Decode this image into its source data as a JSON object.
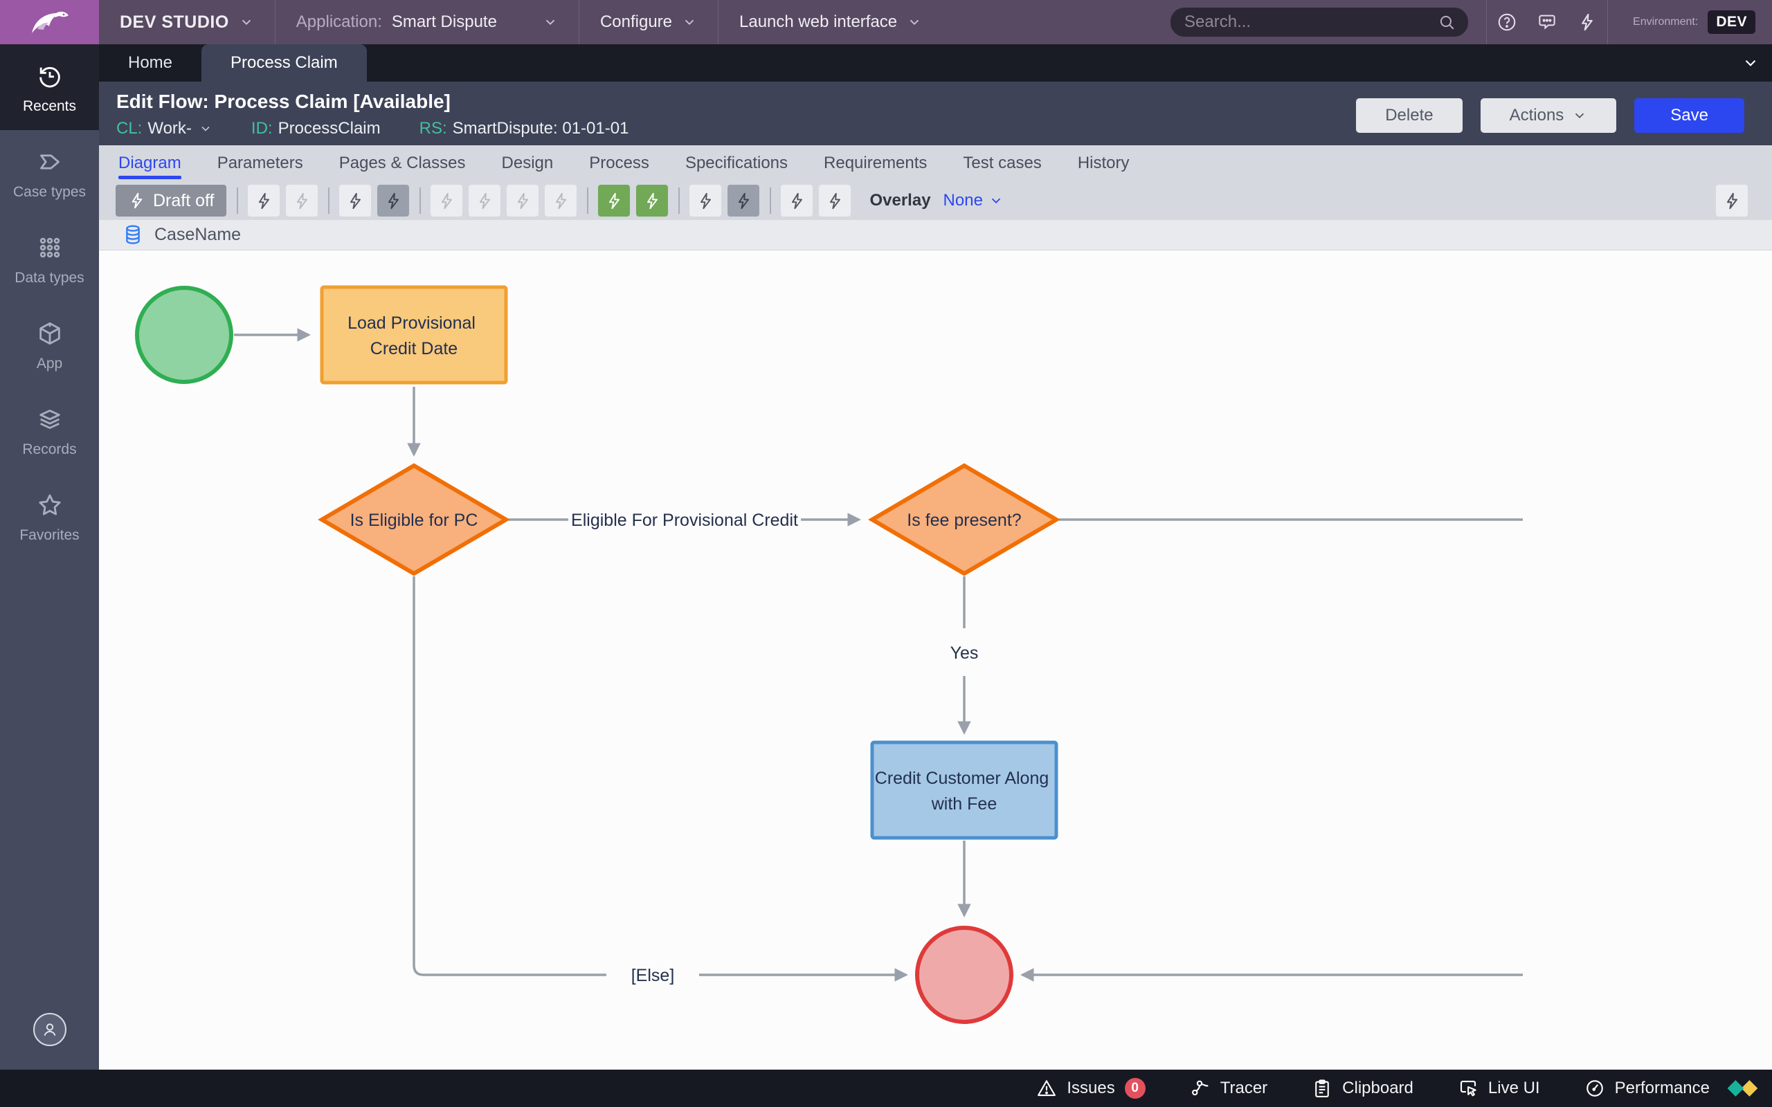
{
  "colors": {
    "accent": "#2c47f0",
    "header": "#584a63",
    "logo-tile": "#9b58a5",
    "dark-bar": "#191c25",
    "panel": "#3f4357",
    "teal": "#40c0a0",
    "light-row": "#d5d8df",
    "case-row": "#e8eaee",
    "canvas": "#fcfcfd",
    "bottom-bar": "#161922",
    "sidebar": "#454a5e",
    "sidebar-active": "#20232e",
    "btn-green": "#71a956",
    "line": "#99a0a9",
    "start_fill": "#8fd3a2",
    "start_stroke": "#2fae52",
    "task_fill": "#f9c97c",
    "task_stroke": "#f0a030",
    "decision_fill": "#f8b07c",
    "decision_stroke": "#f06f06",
    "utility_fill": "#a6c8e7",
    "utility_stroke": "#4a90cd",
    "end_fill": "#f0a9a9",
    "end_stroke": "#df3a3a"
  },
  "header": {
    "brand": "DEV STUDIO",
    "application_label": "Application:",
    "application_value": "Smart Dispute",
    "configure_label": "Configure",
    "launch_label": "Launch web interface",
    "search_placeholder": "Search...",
    "environment_label": "Environment:",
    "environment_value": "DEV"
  },
  "sidebar": {
    "items": [
      {
        "id": "recents",
        "label": "Recents",
        "icon": "history-icon",
        "active": true
      },
      {
        "id": "case-types",
        "label": "Case types",
        "icon": "case-types-icon",
        "active": false
      },
      {
        "id": "data-types",
        "label": "Data types",
        "icon": "data-types-icon",
        "active": false
      },
      {
        "id": "app",
        "label": "App",
        "icon": "app-cube-icon",
        "active": false
      },
      {
        "id": "records",
        "label": "Records",
        "icon": "records-icon",
        "active": false
      },
      {
        "id": "favorites",
        "label": "Favorites",
        "icon": "star-icon",
        "active": false
      }
    ]
  },
  "window_tabs": [
    {
      "id": "home",
      "label": "Home",
      "active": false
    },
    {
      "id": "process-claim",
      "label": "Process Claim",
      "active": true
    }
  ],
  "flow_header": {
    "title": "Edit Flow: Process Claim [Available]",
    "meta": [
      {
        "key": "CL:",
        "value": "Work-",
        "dropdown": true
      },
      {
        "key": "ID:",
        "value": "ProcessClaim",
        "dropdown": false
      },
      {
        "key": "RS:",
        "value": "SmartDispute: 01-01-01",
        "dropdown": false
      }
    ],
    "delete_label": "Delete",
    "actions_label": "Actions",
    "save_label": "Save"
  },
  "rule_tabs": [
    {
      "label": "Diagram",
      "active": true
    },
    {
      "label": "Parameters",
      "active": false
    },
    {
      "label": "Pages & Classes",
      "active": false
    },
    {
      "label": "Design",
      "active": false
    },
    {
      "label": "Process",
      "active": false
    },
    {
      "label": "Specifications",
      "active": false
    },
    {
      "label": "Requirements",
      "active": false
    },
    {
      "label": "Test cases",
      "active": false
    },
    {
      "label": "History",
      "active": false
    }
  ],
  "toolbar": {
    "draft_label": "Draft off",
    "buttons": [
      "sep",
      "normal",
      "disabled",
      "sep",
      "normal",
      "pressed",
      "sep",
      "disabled",
      "disabled",
      "disabled",
      "disabled",
      "sep",
      "green",
      "green",
      "sep",
      "normal",
      "pressed",
      "sep",
      "normal",
      "normal"
    ],
    "overlay_label": "Overlay",
    "overlay_value": "None"
  },
  "context": {
    "case_name": "CaseName"
  },
  "diagram": {
    "type": "flow",
    "nodes": [
      {
        "id": "start",
        "type": "start",
        "label": ""
      },
      {
        "id": "load-provisional",
        "type": "assignment",
        "label": "Load Provisional Credit Date",
        "lines": [
          "Load Provisional",
          "Credit Date"
        ]
      },
      {
        "id": "is-eligible",
        "type": "decision",
        "label": "Is Eligible for PC"
      },
      {
        "id": "is-fee-present",
        "type": "decision",
        "label": "Is fee present?"
      },
      {
        "id": "credit-customer",
        "type": "utility",
        "label": "Credit Customer Along with Fee",
        "lines": [
          "Credit Customer Along",
          "with Fee"
        ]
      },
      {
        "id": "end",
        "type": "end",
        "label": ""
      }
    ],
    "connectors": [
      {
        "from": "start",
        "to": "load-provisional",
        "label": ""
      },
      {
        "from": "load-provisional",
        "to": "is-eligible",
        "label": ""
      },
      {
        "from": "is-eligible",
        "to": "is-fee-present",
        "label": "Eligible For Provisional Credit"
      },
      {
        "from": "is-fee-present",
        "to": "credit-customer",
        "label": "Yes"
      },
      {
        "from": "credit-customer",
        "to": "end",
        "label": ""
      },
      {
        "from": "is-eligible",
        "to": "end",
        "label": "[Else]"
      },
      {
        "from": "is-fee-present",
        "to": "end",
        "label": ""
      }
    ]
  },
  "status_bar": {
    "tools": [
      {
        "id": "issues",
        "label": "Issues",
        "icon": "warning-triangle-icon",
        "badge": "0"
      },
      {
        "id": "tracer",
        "label": "Tracer",
        "icon": "tracer-icon",
        "badge": null
      },
      {
        "id": "clipboard",
        "label": "Clipboard",
        "icon": "clipboard-icon",
        "badge": null
      },
      {
        "id": "live-ui",
        "label": "Live UI",
        "icon": "live-ui-cursor-icon",
        "badge": null
      },
      {
        "id": "performance",
        "label": "Performance",
        "icon": "gauge-icon",
        "badge": null
      }
    ]
  }
}
